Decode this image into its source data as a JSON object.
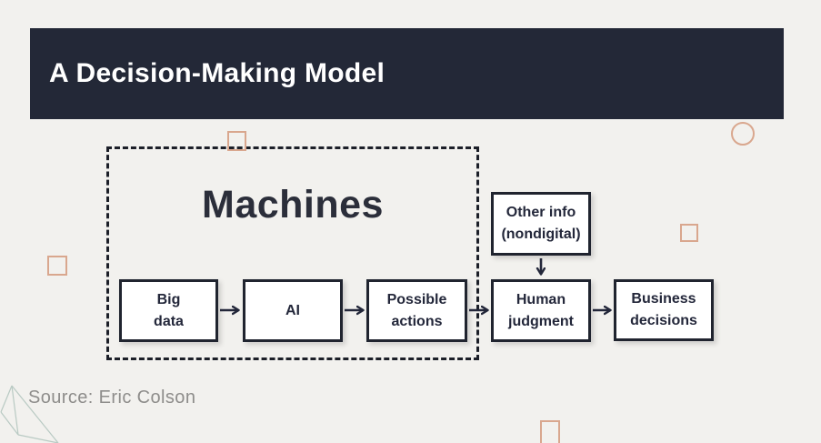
{
  "header": {
    "title": "A Decision-Making Model"
  },
  "diagram": {
    "group_label": "Machines",
    "boxes": [
      {
        "id": "big-data",
        "lines": [
          "Big",
          "data"
        ]
      },
      {
        "id": "ai",
        "lines": [
          "AI"
        ]
      },
      {
        "id": "possible-actions",
        "lines": [
          "Possible",
          "actions"
        ]
      },
      {
        "id": "other-info",
        "lines": [
          "Other info",
          "(nondigital)"
        ]
      },
      {
        "id": "human-judgment",
        "lines": [
          "Human",
          "judgment"
        ]
      },
      {
        "id": "business-decisions",
        "lines": [
          "Business",
          "decisions"
        ]
      }
    ],
    "flow": "Big data -> AI -> Possible actions -> Human judgment -> Business decisions; Other info (nondigital) -> Human judgment"
  },
  "footer": {
    "source": "Source: Eric Colson"
  },
  "colors": {
    "background": "#f2f1ee",
    "title_bar": "#232837",
    "title_text": "#ffffff",
    "box_border": "#20242f",
    "box_text": "#23273a",
    "accent_salmon": "#d9a78e",
    "wireframe": "#b9cac3",
    "source_text": "#8e8d8b"
  }
}
